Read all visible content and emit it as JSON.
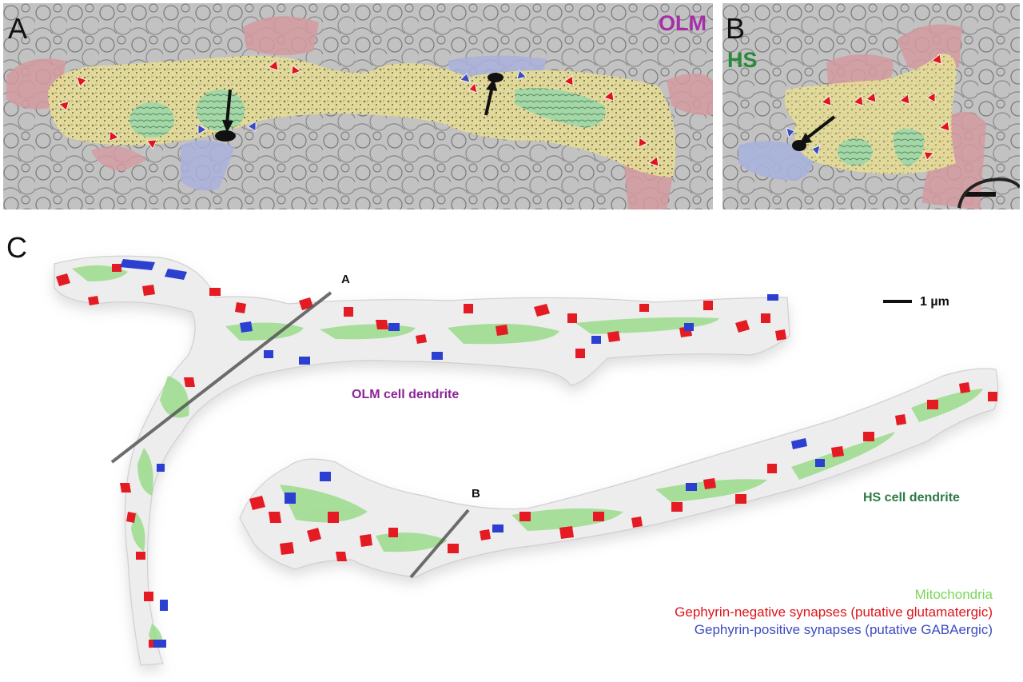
{
  "panels": {
    "a": {
      "letter": "A",
      "tag": "OLM",
      "tag_color": "#a62fa8"
    },
    "b": {
      "letter": "B",
      "tag": "HS",
      "tag_color": "#2a8a3c"
    },
    "c": {
      "letter": "C"
    }
  },
  "cut_labels": {
    "a": "A",
    "b": "B"
  },
  "scale_bar": {
    "label": "1 µm"
  },
  "dendrites": {
    "olm": {
      "label": "OLM cell dendrite",
      "color": "#8a2596"
    },
    "hs": {
      "label": "HS cell dendrite",
      "color": "#2f7a44"
    }
  },
  "legend": [
    {
      "text": "Mitochondria",
      "color": "#7ad65a"
    },
    {
      "text": "Gephyrin-negative synapses (putative glutamatergic)",
      "color": "#e0141b"
    },
    {
      "text": "Gephyrin-positive synapses (putative GABAergic)",
      "color": "#3b4cc0"
    }
  ],
  "colors": {
    "dendrite_fill": "#e9ead9",
    "mitochondria": "#8fd87e",
    "synapse_negative": "#e51b23",
    "synapse_positive": "#2b3fd1",
    "em_background": "#b9b9b9",
    "em_yellow": "#e6dd96",
    "em_red": "#d49aa0",
    "em_blue": "#a9b2dc",
    "em_green": "#a3d7a7"
  }
}
